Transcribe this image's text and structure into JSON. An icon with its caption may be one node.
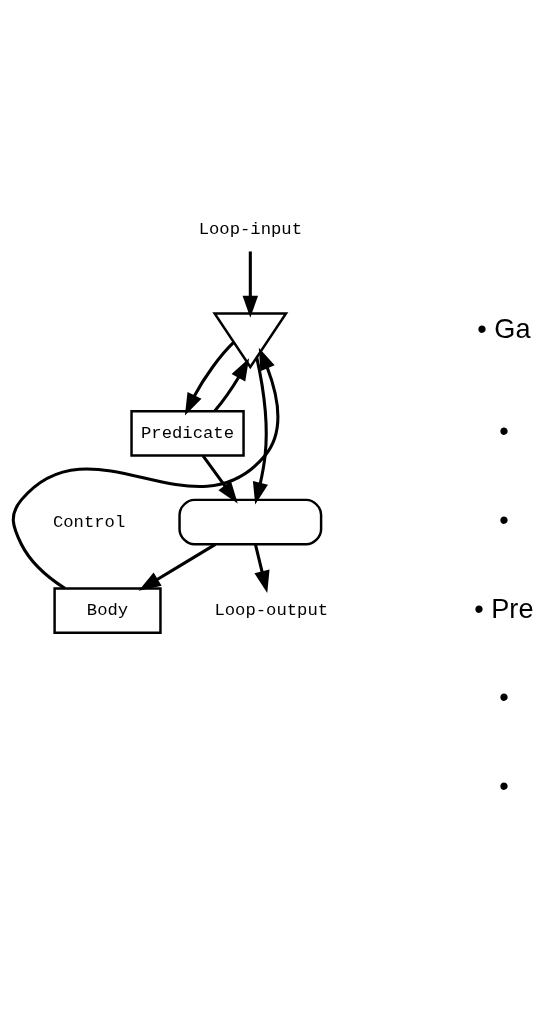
{
  "diagram": {
    "nodes": [
      {
        "text": [
          "Loop-input"
        ]
      },
      {
        "text": [],
        "shape": "triangle"
      },
      {
        "text": [
          "Predicate"
        ]
      },
      {
        "text": [],
        "shape": "box"
      },
      {
        "text": [
          "Body"
        ]
      },
      {
        "text": [
          "Loop-output"
        ]
      }
    ],
    "edges": [
      {
        "from": 0,
        "to": 1,
        "arrow": "to"
      },
      {
        "from": 2,
        "to": 1,
        "arrow": "to"
      },
      {
        "from": 4,
        "to": 1,
        "arrow": "to"
      },
      {
        "from": 1,
        "to": 2,
        "arrow": "to"
      },
      {
        "from": 1,
        "to": 3,
        "arrow": "to"
      },
      {
        "from": 2,
        "to": 3,
        "arrow": "to"
      },
      {
        "from": 3,
        "to": 4,
        "arrow": "to"
      },
      {
        "from": 3,
        "to": 5,
        "arrow": "to"
      }
    ],
    "labels": [
      "• Ga",
      "•",
      "•",
      "• Pre",
      "•",
      "•",
      "Control"
    ]
  }
}
